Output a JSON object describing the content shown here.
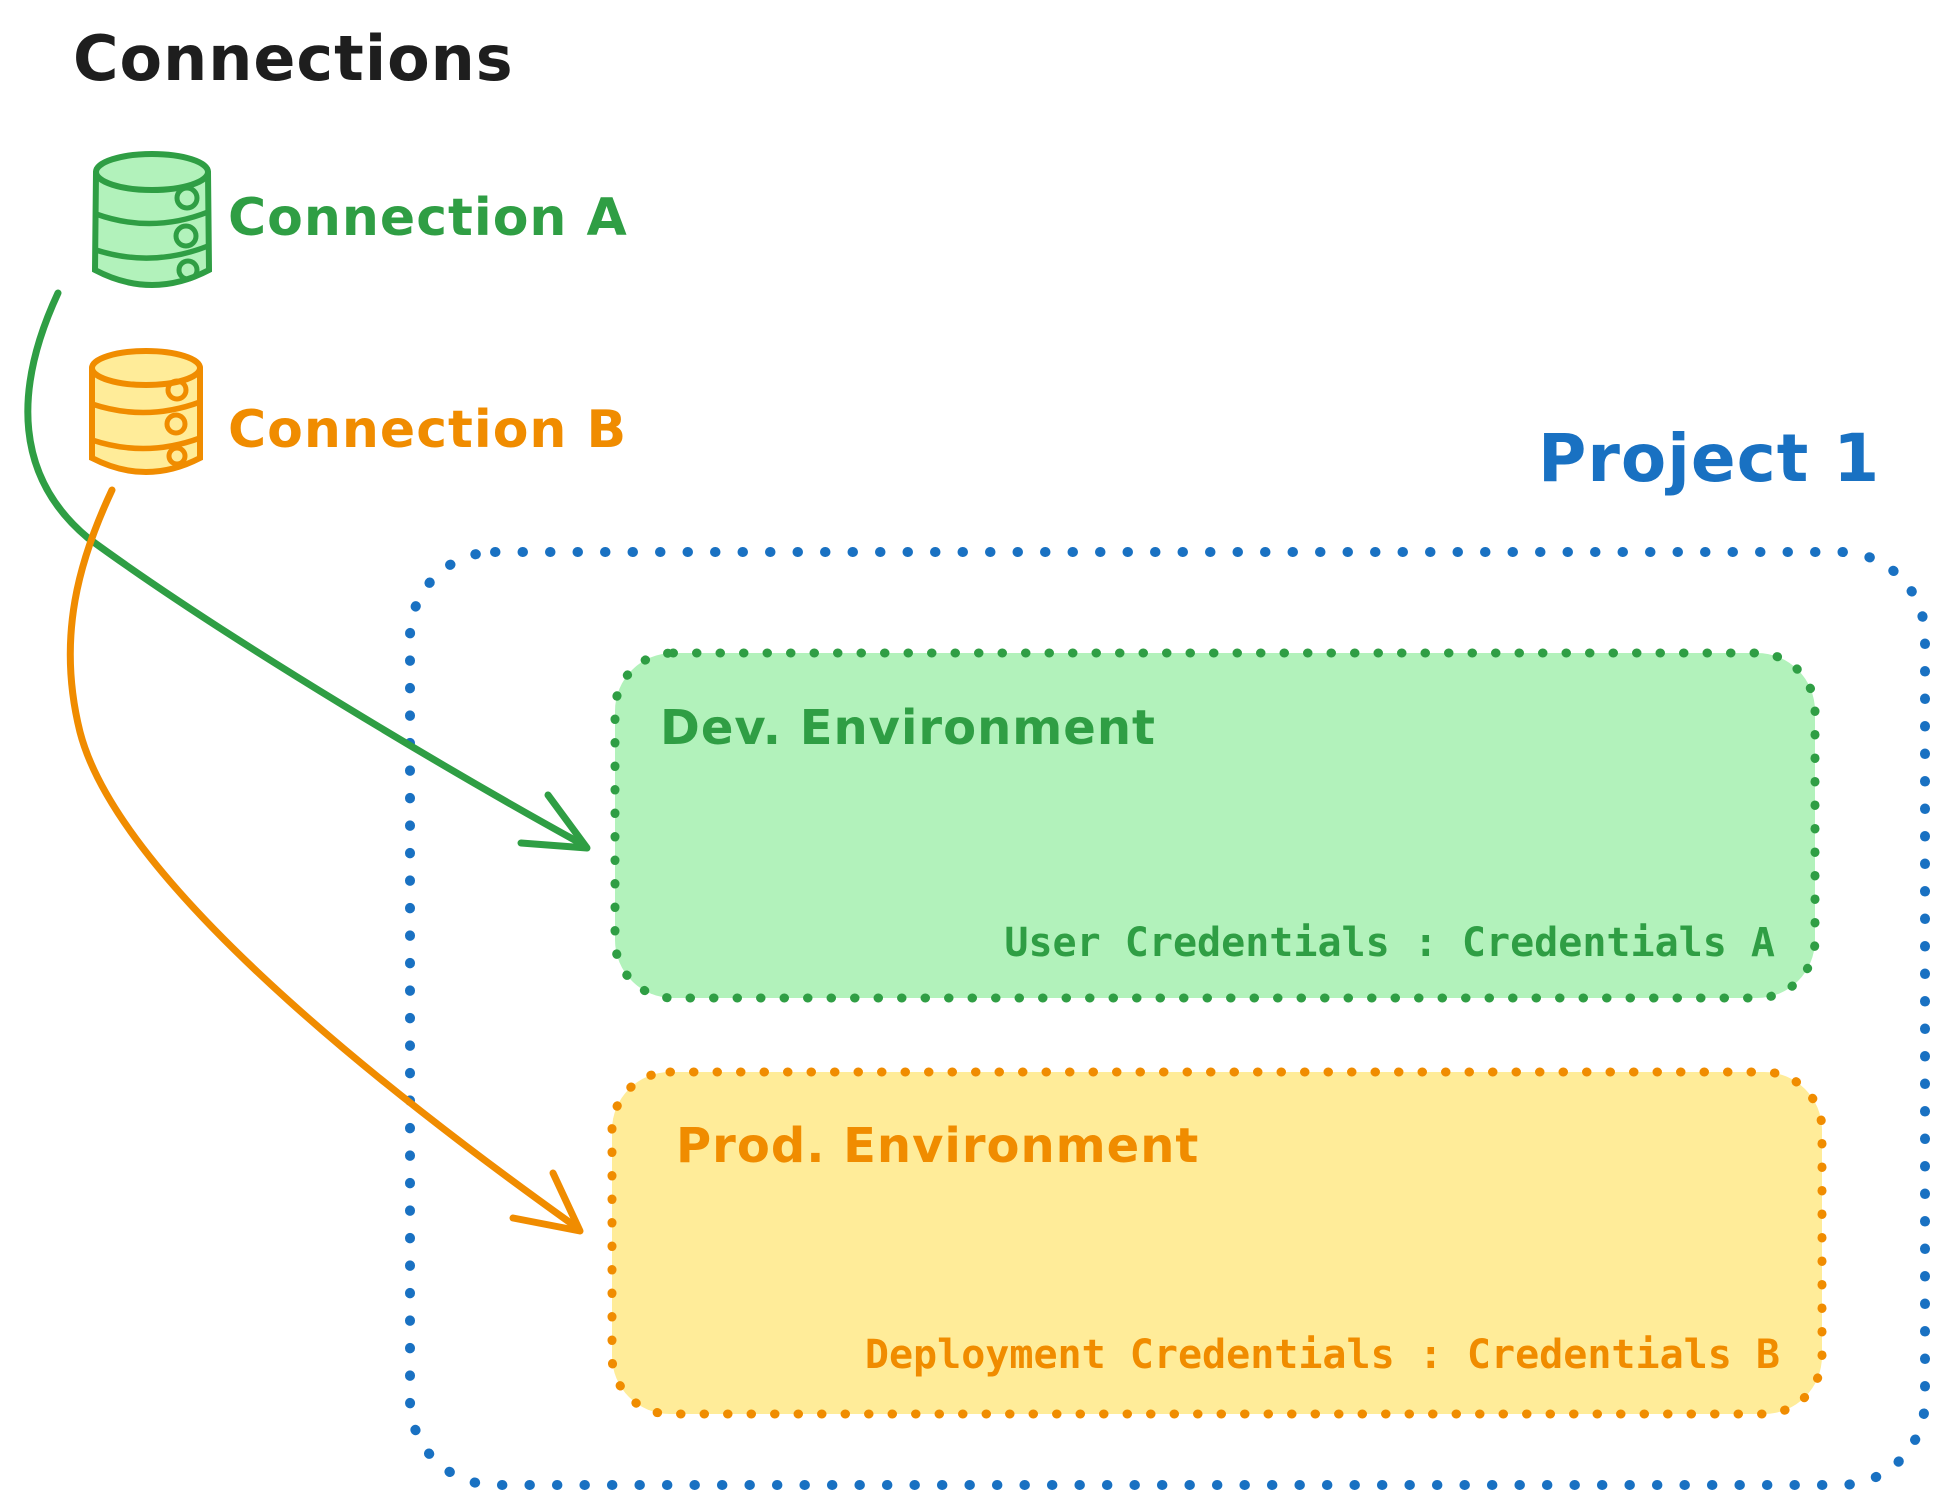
{
  "title": "Connections",
  "connections": [
    {
      "label": "Connection A",
      "icon": "database-icon",
      "color": "#2f9e44",
      "fill": "#b2f2bb"
    },
    {
      "label": "Connection B",
      "icon": "database-icon",
      "color": "#f08c00",
      "fill": "#ffec99"
    }
  ],
  "project": {
    "label": "Project 1",
    "border_color": "#1971c2",
    "environments": [
      {
        "name": "Dev. Environment",
        "credentials": "User Credentials : Credentials A",
        "color": "#2f9e44",
        "fill": "#b2f2bb",
        "source_connection": "Connection A"
      },
      {
        "name": "Prod. Environment",
        "credentials": "Deployment Credentials : Credentials B",
        "color": "#f08c00",
        "fill": "#ffec99",
        "source_connection": "Connection B"
      }
    ]
  },
  "colors": {
    "ink": "#1e1e1e",
    "green": "#2f9e44",
    "green_fill": "#b2f2bb",
    "orange": "#f08c00",
    "orange_fill": "#ffec99",
    "blue": "#1971c2"
  }
}
